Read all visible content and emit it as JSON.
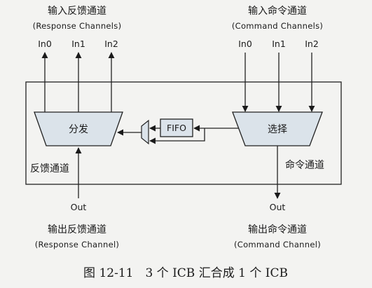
{
  "top_left": {
    "title": "输入反馈通道",
    "subtitle": "(Response Channels)",
    "ports": [
      "In0",
      "In1",
      "In2"
    ]
  },
  "top_right": {
    "title": "输入命令通道",
    "subtitle": "(Command Channels)",
    "ports": [
      "In0",
      "In1",
      "In2"
    ]
  },
  "blocks": {
    "demux": "分发",
    "mux": "选择",
    "fifo": "FIFO"
  },
  "inner_labels": {
    "response": "反馈通道",
    "command": "命令通道"
  },
  "outputs": {
    "left": "Out",
    "right": "Out"
  },
  "bottom_left": {
    "title": "输出反馈通道",
    "subtitle": "(Response Channel)"
  },
  "bottom_right": {
    "title": "输出命令通道",
    "subtitle": "(Command Channel)"
  },
  "caption": "图 12-11　3 个 ICB 汇合成 1 个 ICB"
}
